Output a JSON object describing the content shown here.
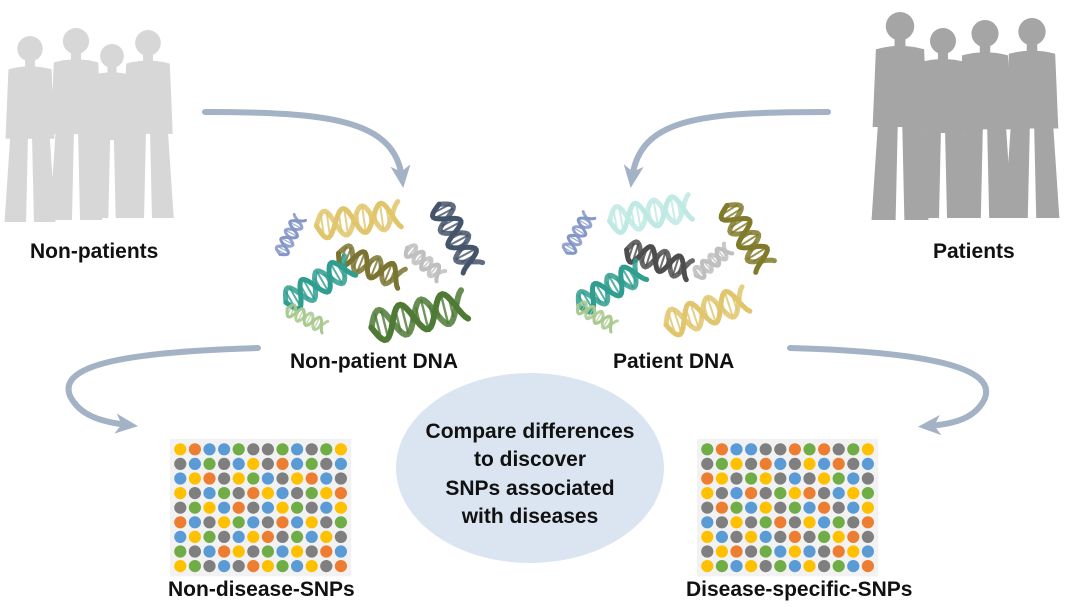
{
  "labels": {
    "non_patients": "Non-patients",
    "patients": "Patients",
    "non_patient_dna": "Non-patient DNA",
    "patient_dna": "Patient DNA",
    "non_disease_snps": "Non-disease-SNPs",
    "disease_specific_snps": "Disease-specific-SNPs"
  },
  "center": {
    "lines": [
      "Compare differences",
      "to discover",
      "SNPs associated",
      "with diseases"
    ]
  },
  "colors": {
    "arrow": "#a4b2c6",
    "ellipse": "#dbe5f1",
    "non_patient_figures": "#d7d7d7",
    "patient_figures": "#a5a5a5",
    "snp_orange": "#ed7d31",
    "snp_blue": "#5b9bd5",
    "snp_gray": "#7f7f7f",
    "snp_yellow": "#ffc000",
    "snp_green": "#70ad47"
  },
  "snp_grids": {
    "non_disease": [
      [
        "yellow",
        "orange",
        "blue",
        "blue",
        "green",
        "gray",
        "gray",
        "green",
        "blue",
        "gray",
        "green",
        "yellow"
      ],
      [
        "gray",
        "blue",
        "green",
        "gray",
        "blue",
        "yellow",
        "gray",
        "orange",
        "blue",
        "green",
        "gray",
        "blue"
      ],
      [
        "blue",
        "yellow",
        "orange",
        "gray",
        "yellow",
        "green",
        "blue",
        "gray",
        "yellow",
        "orange",
        "blue",
        "gray"
      ],
      [
        "yellow",
        "gray",
        "blue",
        "green",
        "gray",
        "orange",
        "yellow",
        "blue",
        "gray",
        "green",
        "yellow",
        "orange"
      ],
      [
        "gray",
        "green",
        "yellow",
        "blue",
        "orange",
        "gray",
        "blue",
        "yellow",
        "green",
        "gray",
        "blue",
        "yellow"
      ],
      [
        "orange",
        "blue",
        "gray",
        "yellow",
        "green",
        "blue",
        "gray",
        "orange",
        "blue",
        "yellow",
        "gray",
        "green"
      ],
      [
        "blue",
        "yellow",
        "green",
        "gray",
        "blue",
        "yellow",
        "orange",
        "gray",
        "green",
        "blue",
        "yellow",
        "gray"
      ],
      [
        "green",
        "gray",
        "blue",
        "orange",
        "yellow",
        "gray",
        "green",
        "blue",
        "yellow",
        "gray",
        "orange",
        "blue"
      ],
      [
        "yellow",
        "green",
        "gray",
        "blue",
        "gray",
        "orange",
        "yellow",
        "green",
        "blue",
        "yellow",
        "gray",
        "orange"
      ]
    ],
    "disease_specific": [
      [
        "green",
        "orange",
        "blue",
        "blue",
        "gray",
        "gray",
        "orange",
        "green",
        "orange",
        "gray",
        "green",
        "yellow"
      ],
      [
        "gray",
        "green",
        "yellow",
        "gray",
        "orange",
        "blue",
        "gray",
        "yellow",
        "blue",
        "orange",
        "gray",
        "blue"
      ],
      [
        "orange",
        "yellow",
        "gray",
        "green",
        "yellow",
        "gray",
        "blue",
        "gray",
        "yellow",
        "green",
        "blue",
        "gray"
      ],
      [
        "yellow",
        "gray",
        "blue",
        "orange",
        "gray",
        "green",
        "yellow",
        "orange",
        "gray",
        "blue",
        "yellow",
        "green"
      ],
      [
        "gray",
        "orange",
        "green",
        "blue",
        "yellow",
        "gray",
        "green",
        "blue",
        "orange",
        "gray",
        "blue",
        "yellow"
      ],
      [
        "blue",
        "gray",
        "yellow",
        "gray",
        "green",
        "orange",
        "gray",
        "yellow",
        "blue",
        "green",
        "gray",
        "orange"
      ],
      [
        "yellow",
        "blue",
        "gray",
        "yellow",
        "blue",
        "gray",
        "orange",
        "gray",
        "green",
        "yellow",
        "orange",
        "gray"
      ],
      [
        "gray",
        "yellow",
        "orange",
        "gray",
        "green",
        "blue",
        "yellow",
        "blue",
        "gray",
        "orange",
        "yellow",
        "blue"
      ],
      [
        "yellow",
        "green",
        "blue",
        "yellow",
        "gray",
        "green",
        "blue",
        "yellow",
        "gray",
        "green",
        "blue",
        "orange"
      ]
    ]
  }
}
